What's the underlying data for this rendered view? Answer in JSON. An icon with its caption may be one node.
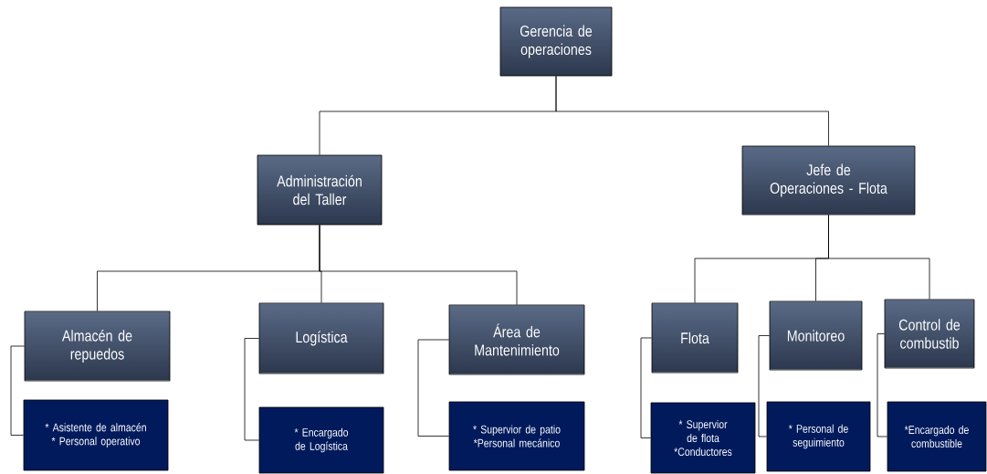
{
  "diagram": {
    "nodes": [
      {
        "text": [
          "Gerencia de operaciones"
        ]
      },
      {
        "text": [
          "Administración del Taller"
        ]
      },
      {
        "text": [
          "Jefe de Operaciones - Flota"
        ]
      },
      {
        "text": [
          "Almacén de repuedos"
        ]
      },
      {
        "text": [
          "Logística"
        ]
      },
      {
        "text": [
          "Área de Mantenimiento"
        ]
      },
      {
        "text": [
          "Flota"
        ]
      },
      {
        "text": [
          "Monitoreo"
        ]
      },
      {
        "text": [
          "Control de combustib"
        ]
      },
      {
        "text": [
          "* Asistente de almacén * Personal operativo"
        ]
      },
      {
        "text": [
          "* Encargado de Logística"
        ]
      },
      {
        "text": [
          "* Supervior de patio *Personal mecánico"
        ]
      },
      {
        "text": [
          "* Supervior de flota *Conductores"
        ]
      },
      {
        "text": [
          "* Personal de seguimiento"
        ]
      },
      {
        "text": [
          "*Encargado de combustible"
        ]
      }
    ],
    "edges": [
      {
        "from": 0,
        "to": 1,
        "arrow": "none"
      },
      {
        "from": 0,
        "to": 2,
        "arrow": "none"
      },
      {
        "from": 1,
        "to": 3,
        "arrow": "none"
      },
      {
        "from": 1,
        "to": 4,
        "arrow": "none"
      },
      {
        "from": 1,
        "to": 5,
        "arrow": "none"
      },
      {
        "from": 2,
        "to": 6,
        "arrow": "none"
      },
      {
        "from": 2,
        "to": 7,
        "arrow": "none"
      },
      {
        "from": 2,
        "to": 8,
        "arrow": "none"
      },
      {
        "from": 3,
        "to": 9,
        "arrow": "none"
      },
      {
        "from": 4,
        "to": 10,
        "arrow": "none"
      },
      {
        "from": 5,
        "to": 11,
        "arrow": "none"
      },
      {
        "from": 6,
        "to": 12,
        "arrow": "none"
      },
      {
        "from": 7,
        "to": 13,
        "arrow": "none"
      },
      {
        "from": 8,
        "to": 14,
        "arrow": "none"
      }
    ]
  }
}
